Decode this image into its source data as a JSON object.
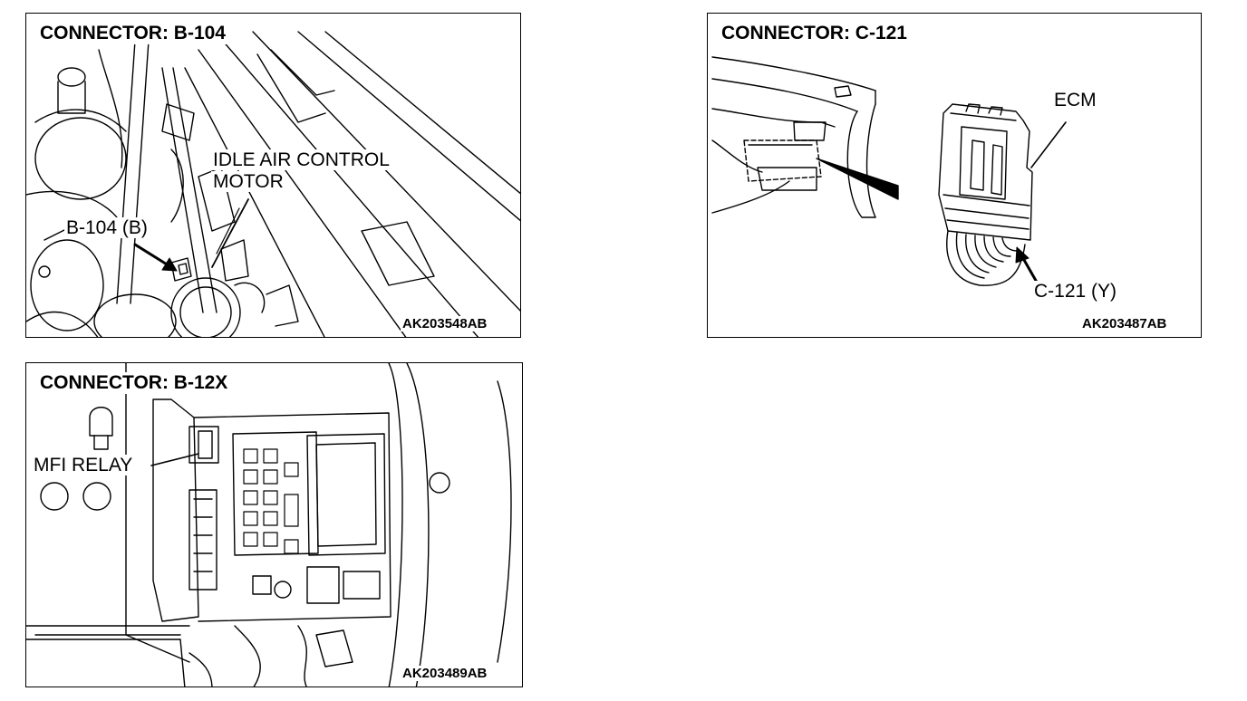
{
  "panels": [
    {
      "title": "CONNECTOR: B-104",
      "labels": {
        "component": "IDLE AIR CONTROL",
        "component_line2": "MOTOR",
        "connector": "B-104 (B)"
      },
      "figure_code": "AK203548AB"
    },
    {
      "title": "CONNECTOR: C-121",
      "labels": {
        "component": "ECM",
        "connector": "C-121 (Y)"
      },
      "figure_code": "AK203487AB"
    },
    {
      "title": "CONNECTOR: B-12X",
      "labels": {
        "component": "MFI RELAY"
      },
      "figure_code": "AK203489AB"
    }
  ],
  "colors": {
    "line": "#000000",
    "background": "#ffffff"
  }
}
